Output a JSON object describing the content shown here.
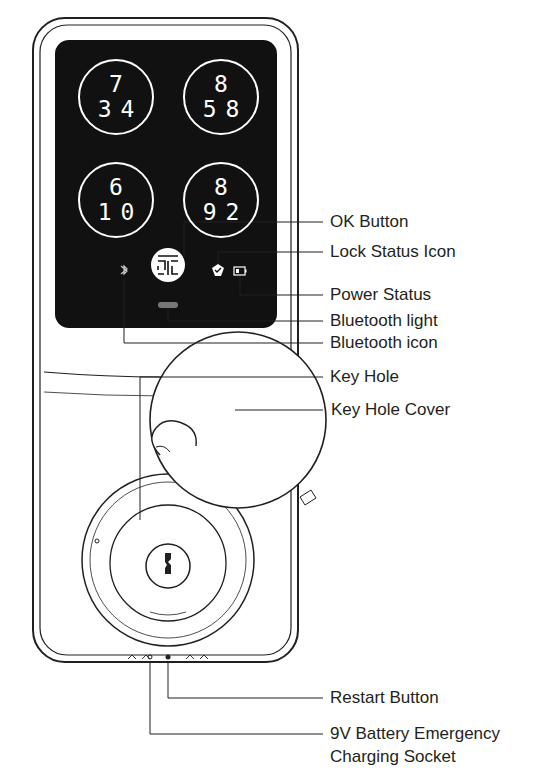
{
  "diagram": {
    "nodes": [
      {
        "text": [
          "7",
          "3",
          "4"
        ]
      },
      {
        "text": [
          "8",
          "5",
          "8"
        ]
      },
      {
        "text": [
          "6",
          "1",
          "0"
        ]
      },
      {
        "text": [
          "8",
          "9",
          "2"
        ]
      }
    ],
    "labels": [
      "OK Button",
      "Lock Status Icon",
      "Power Status",
      "Bluetooth light",
      "Bluetooth icon",
      "Key Hole",
      "Key Hole Cover",
      "Restart Button",
      "9V Battery Emergency Charging Socket"
    ]
  }
}
